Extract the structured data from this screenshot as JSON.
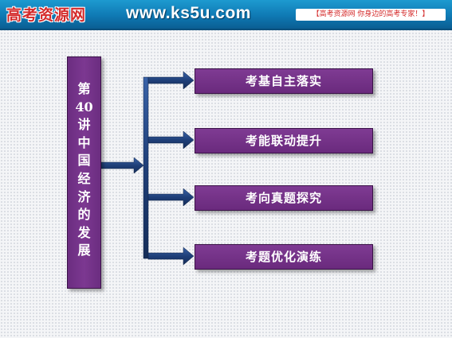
{
  "header": {
    "logo_text": "高考资源网",
    "site_url": "www.ks5u.com",
    "tagline": "【高考资源网 你身边的高考专家！】"
  },
  "chapter": {
    "characters": [
      "第",
      "40",
      "讲",
      "中",
      "国",
      "经",
      "济",
      "的",
      "发",
      "展"
    ]
  },
  "items": [
    {
      "label": "考基自主落实"
    },
    {
      "label": "考能联动提升"
    },
    {
      "label": "考向真题探究"
    },
    {
      "label": "考题优化演练"
    }
  ],
  "colors": {
    "banner_blue": "#0f79b4",
    "box_purple": "#7c3891",
    "arrow_navy": "#1f3f78"
  }
}
